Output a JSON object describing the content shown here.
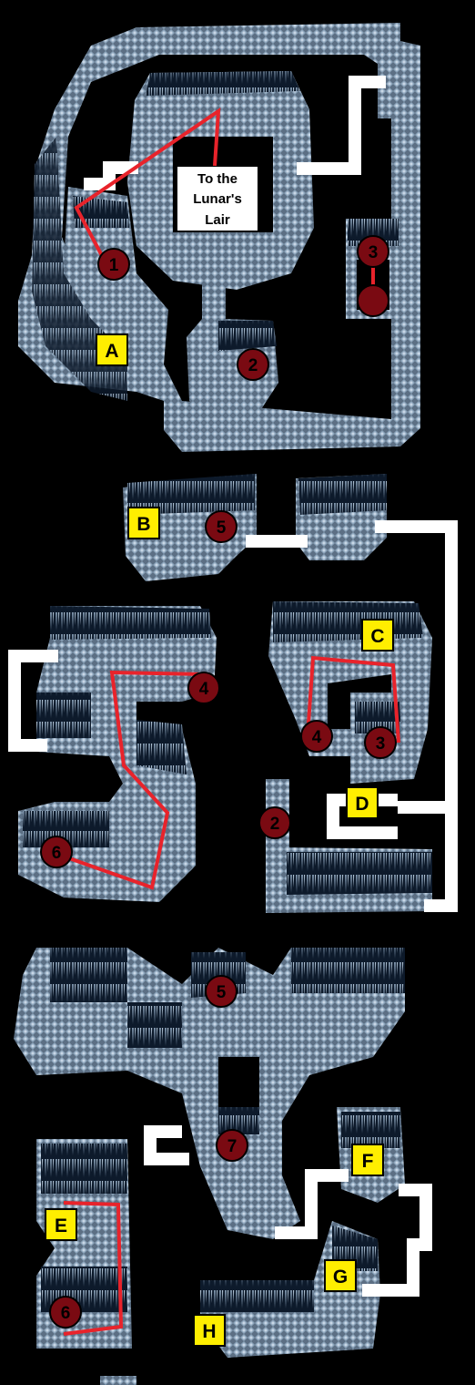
{
  "title_box": {
    "lines": [
      "To the",
      "Lunar's",
      "Lair"
    ]
  },
  "markers": {
    "m1": "1",
    "m2a": "2",
    "m3a": "3",
    "m3b": "",
    "m5a": "5",
    "m4a": "4",
    "m4b": "4",
    "m3c": "3",
    "m2b": "2",
    "m6a": "6",
    "m5b": "5",
    "m7": "7",
    "m6b": "6"
  },
  "labels": {
    "A": "A",
    "B": "B",
    "C": "C",
    "D": "D",
    "E": "E",
    "F": "F",
    "G": "G",
    "H": "H"
  },
  "colors": {
    "background": "#000000",
    "rock_dark": "#5c6f84",
    "rock_light": "#a9bfd4",
    "wall": "#0d1a2b",
    "route": "#e8232b",
    "marker": "#7a0a12",
    "label_bg": "#ffee00",
    "connector": "#ffffff"
  }
}
